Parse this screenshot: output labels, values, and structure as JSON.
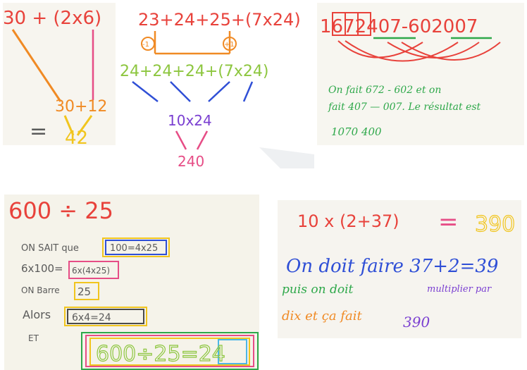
{
  "photos": {
    "p1": {
      "equation": "30 + (2x6)",
      "partial": "30+12",
      "equals": "=",
      "result": "42"
    },
    "p2": {
      "equation": "23+24+25+(7x24)",
      "minus_one": "-1",
      "plus_one": "+1",
      "line2": "24+24+24+(7x24)",
      "product": "10x24",
      "result": "240"
    },
    "p3": {
      "number": "1672407-602007",
      "line1": "On fait 672 - 602 et on",
      "line2": "fait 407 — 007. Le résultat est",
      "result": "1070 400"
    },
    "p4": {
      "title": "600 ÷ 25",
      "l1_label": "ON SAIT que",
      "l1_box": "100=4x25",
      "l2_label": "6x100=",
      "l2_box": "6x(4x25)",
      "l3_label": "ON Barre",
      "l3_box": "25",
      "l4_label": "Alors",
      "l4_box": "6x4=24",
      "l5_label": "ET",
      "l5_box": "600÷25=24"
    },
    "p5": {
      "equation": "10 x (2+37)",
      "equals": "=",
      "answer": "390",
      "line1": "On doit faire 37+2=39",
      "line2_a": "puis on doit",
      "line2_b": "multiplier par",
      "line3_a": "dix et ça fait",
      "line3_b": "390"
    }
  },
  "colors": {
    "red": "#e8423b",
    "orange": "#f08a24",
    "pink": "#e64d86",
    "yellow": "#f1c51e",
    "green": "#8dc63f",
    "darkgreen": "#2ea84a",
    "blue": "#2f4fd6",
    "purple": "#7a3fd1",
    "gray": "#5a5a5a",
    "lightblue": "#4db6e6"
  }
}
